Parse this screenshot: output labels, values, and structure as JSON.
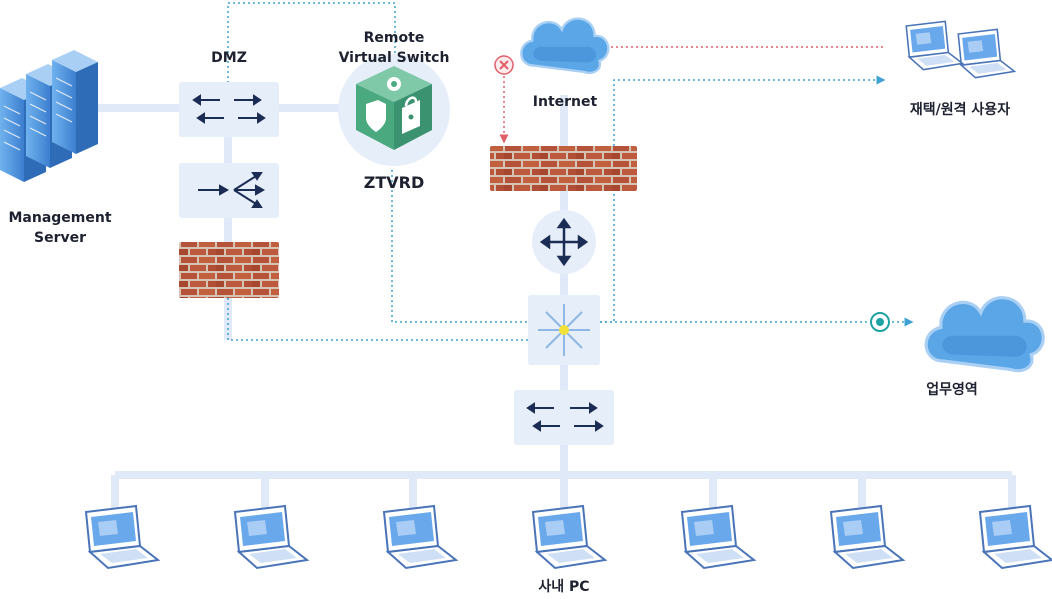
{
  "labels": {
    "management_server": [
      "Management",
      "Server"
    ],
    "dmz": "DMZ",
    "remote_virtual_switch": [
      "Remote",
      "Virtual Switch"
    ],
    "ztvrd": "ZTVRD",
    "internet": "Internet",
    "remote_users": "재택/원격 사용자",
    "work_area": "업무영역",
    "internal_pc": "사내 PC"
  },
  "colors": {
    "backbone": "#dfe9f7",
    "node_bg": "#e6eef9",
    "arrow": "#1b2c55",
    "dotted_blue": "#3ea3d4",
    "dotted_red": "#e0606a",
    "cloud": "#5aa6e6",
    "cloud_dark": "#3b86cf",
    "hub_yellow": "#f3e13a",
    "brick": "#b5533a",
    "mortar": "#d7c3b4",
    "shield_green": "#6bbf9a",
    "target_teal": "#1ea3a3"
  },
  "icons": {
    "server": "server-rack-icon",
    "switch": "switch-arrows-icon",
    "router": "router-split-icon",
    "firewall": "firewall-brick-icon",
    "cloud": "cloud-icon",
    "laptop": "laptop-icon",
    "blocked": "blocked-x-icon",
    "target": "target-icon",
    "ztvrd": "shield-lock-cube-icon",
    "move": "move-arrows-icon",
    "hub": "hub-star-icon"
  }
}
